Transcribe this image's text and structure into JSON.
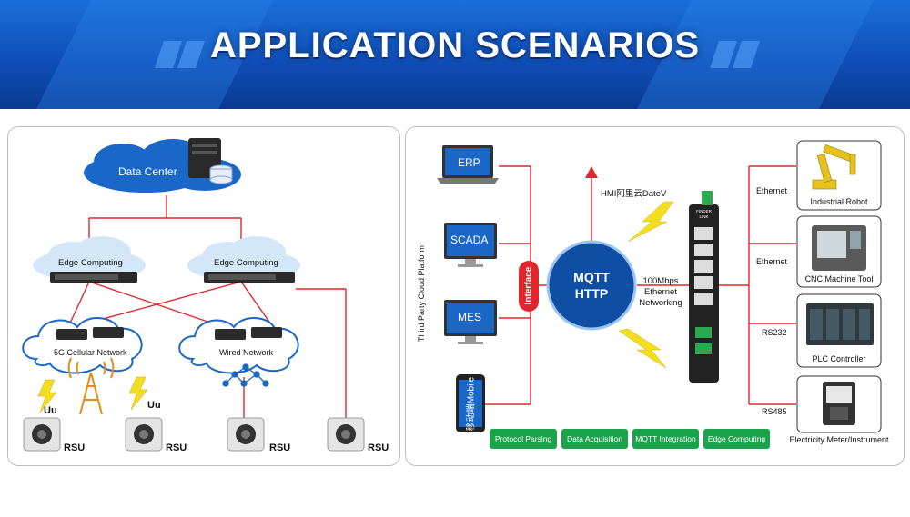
{
  "banner": {
    "title": "APPLICATION SCENARIOS"
  },
  "left": {
    "data_center": "Data Center",
    "edge1": "Edge Computing",
    "edge2": "Edge Computing",
    "net5g": "5G Cellular Network",
    "wired": "Wired Network",
    "uu": "Uu",
    "rsu": "RSU"
  },
  "right": {
    "erp": "ERP",
    "scada": "SCADA",
    "mes": "MES",
    "mobile": "移动端Mobile",
    "platform": "Third Party Cloud Platform",
    "interface": "Interface",
    "hmi": "HMI阿里云DateV",
    "mqtt": "MQTT",
    "http": "HTTP",
    "networking_1": "100Mbps",
    "networking_2": "Ethernet",
    "networking_3": "Networking",
    "brand_1": "FINDER",
    "brand_2": "LINK",
    "ethernet": "Ethernet",
    "rs232": "RS232",
    "rs485": "RS485",
    "devices": [
      "Industrial Robot",
      "CNC Machine Tool",
      "PLC Controller",
      "Electricity Meter/Instrument"
    ],
    "features": [
      "Protocol Parsing",
      "Data Acquisition",
      "MQTT Integration",
      "Edge Computing"
    ]
  },
  "colors": {
    "banner": "#0f4fb8",
    "line": "#e0262d",
    "mqtt_circle": "#0e4fa3",
    "feature_btn": "#1aa34a",
    "lightning": "#f3de1f"
  }
}
